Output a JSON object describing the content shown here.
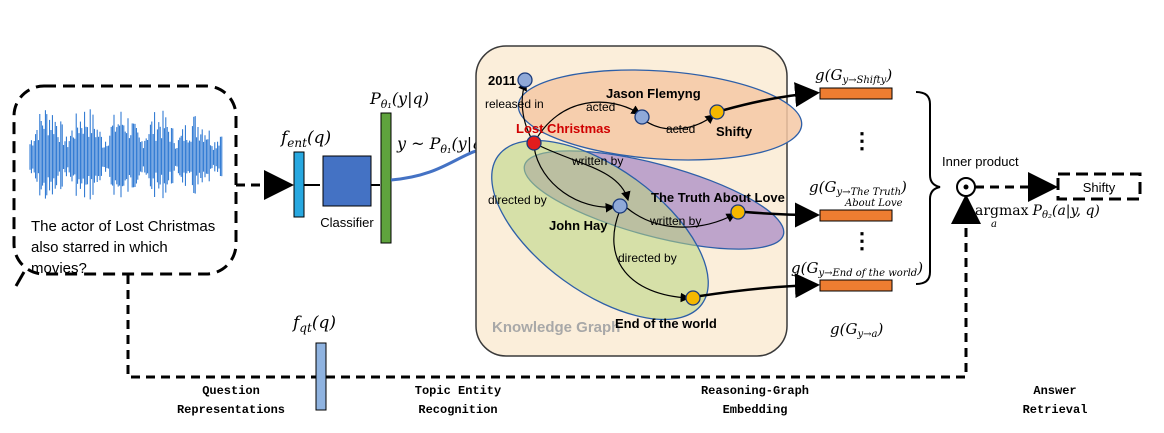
{
  "question": {
    "lines": [
      "The actor of Lost Christmas",
      "also starred in which",
      "movies?"
    ]
  },
  "encoders": {
    "f_ent": "f",
    "f_ent_sub": "ent",
    "f_ent_arg": "(q)",
    "f_qt": "f",
    "f_qt_sub": "qt",
    "f_qt_arg": "(q)",
    "classifier": "Classifier",
    "p_theta1": "P",
    "p_theta1_sub": "θ₁",
    "p_theta1_arg": "(y|q)",
    "sample": "y ~ P",
    "sample_sub": "θ₁",
    "sample_arg": "(y|q)"
  },
  "kg": {
    "title": "Knowledge Graph",
    "nodes": {
      "year": "2011",
      "actor": "Jason Flemyng",
      "topic": "Lost Christmas",
      "shifty": "Shifty",
      "truth": "The Truth About Love",
      "director": "John Hay",
      "end": "End of the world"
    },
    "edges": {
      "released_in": "released in",
      "acted1": "acted",
      "acted2": "acted",
      "written_by1": "written by",
      "written_by2": "written by",
      "directed_by1": "directed by",
      "directed_by2": "directed by"
    }
  },
  "embeddings": {
    "g_shifty": "g(G",
    "g_shifty_sub": "y→Shifty",
    "g_truth": "g(G",
    "g_truth_sub": "y→The Truth",
    "g_truth_line2": "About Love",
    "g_end": "g(G",
    "g_end_sub": "y→End of the world",
    "g_generic": "g(G",
    "g_generic_sub": "y→a",
    "dots": "⋮"
  },
  "answer": {
    "inner_product": "Inner product",
    "operator": "⊙",
    "argmax": "argmax",
    "argmax_sub": "a",
    "p_theta2": "P",
    "p_theta2_sub": "θ₂",
    "p_theta2_arg": "(a|y, q)",
    "result": "Shifty"
  },
  "stages": [
    [
      "Question",
      "Representations"
    ],
    [
      "Topic Entity",
      "Recognition"
    ],
    [
      "Reasoning-Graph",
      "Embedding"
    ],
    [
      "Answer",
      "Retrieval"
    ]
  ],
  "colors": {
    "kg_bg": "#fbeeda",
    "ellipse_orange": "#f5c8a4",
    "ellipse_purple": "#a98bc6",
    "ellipse_green": "#b8d67f",
    "node_blue": "#8fa9d8",
    "node_yellow": "#f5b800",
    "node_red": "#e21d1d",
    "embed_bar": "#ee7d31",
    "f_ent_bar": "#28a8e0",
    "f_qt_bar": "#8fb3e0",
    "classifier": "#4472c4",
    "p_bar": "#5fa33d",
    "wave": "#1f6fd0",
    "link": "#4472c4"
  }
}
